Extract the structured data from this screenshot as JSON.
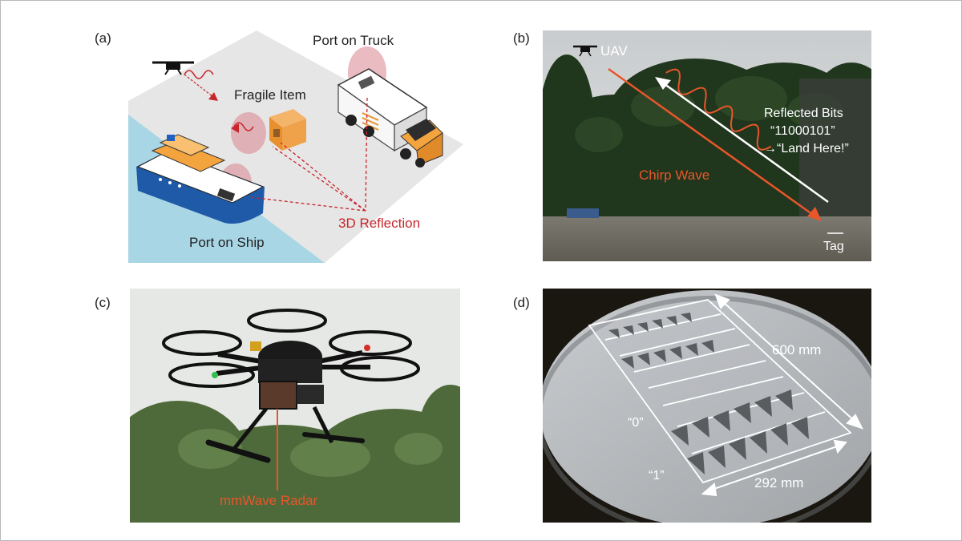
{
  "figure": {
    "panels": [
      {
        "id": "a",
        "label": "(a)",
        "texts": {
          "port_truck": "Port on Truck",
          "fragile": "Fragile Item",
          "reflection": "3D Reflection",
          "port_ship": "Port on Ship"
        }
      },
      {
        "id": "b",
        "label": "(b)",
        "texts": {
          "uav": "UAV",
          "reflected_bits": "Reflected Bits",
          "bits_value": "“11000101”",
          "land_here": "→“Land Here!”",
          "chirp": "Chirp Wave",
          "tag": "Tag"
        }
      },
      {
        "id": "c",
        "label": "(c)",
        "texts": {
          "radar": "mmWave Radar"
        }
      },
      {
        "id": "d",
        "label": "(d)",
        "texts": {
          "dim_600": "600 mm",
          "dim_292": "292 mm",
          "zero": "“0”",
          "one": "“1”"
        }
      }
    ]
  },
  "colors": {
    "red": "#c8252c",
    "orange": "#e8562a",
    "sea": "#a9d6e5",
    "ground": "#e6e6e6"
  }
}
